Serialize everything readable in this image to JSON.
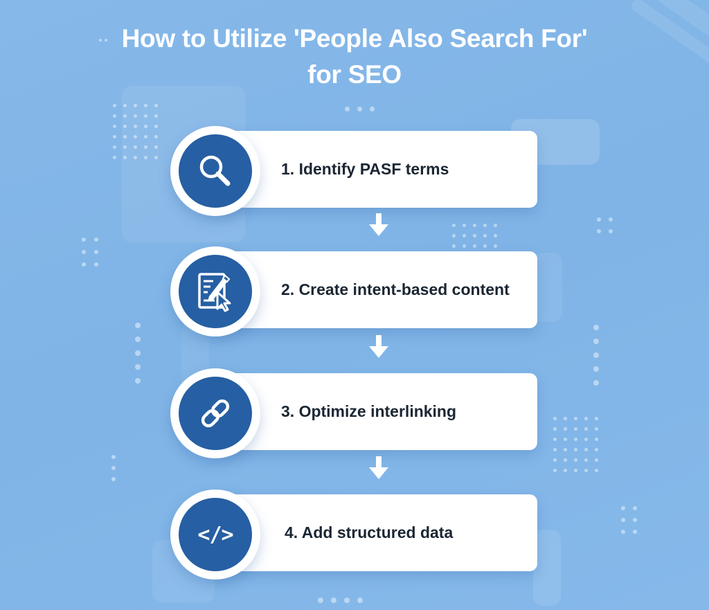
{
  "title": {
    "line1": "How to Utilize 'People Also Search For'",
    "line2": "for SEO"
  },
  "colors": {
    "background": "#82b6e8",
    "circle_fill": "#265fa3",
    "card": "#ffffff",
    "text_dark": "#1b2633",
    "title_text": "#ffffff"
  },
  "steps": [
    {
      "number": 1,
      "label": "1. Identify PASF terms",
      "icon": "magnifying-glass-icon"
    },
    {
      "number": 2,
      "label": "2. Create intent-based content",
      "icon": "document-edit-cursor-icon"
    },
    {
      "number": 3,
      "label": "3. Optimize interlinking",
      "icon": "chain-link-icon"
    },
    {
      "number": 4,
      "label": "4. Add structured data",
      "icon": "code-brackets-icon"
    }
  ],
  "icons": {
    "code_glyph": "</>"
  },
  "connectors": [
    {
      "from": 1,
      "to": 2,
      "icon": "arrow-down-icon"
    },
    {
      "from": 2,
      "to": 3,
      "icon": "arrow-down-icon"
    },
    {
      "from": 3,
      "to": 4,
      "icon": "arrow-down-icon"
    }
  ]
}
